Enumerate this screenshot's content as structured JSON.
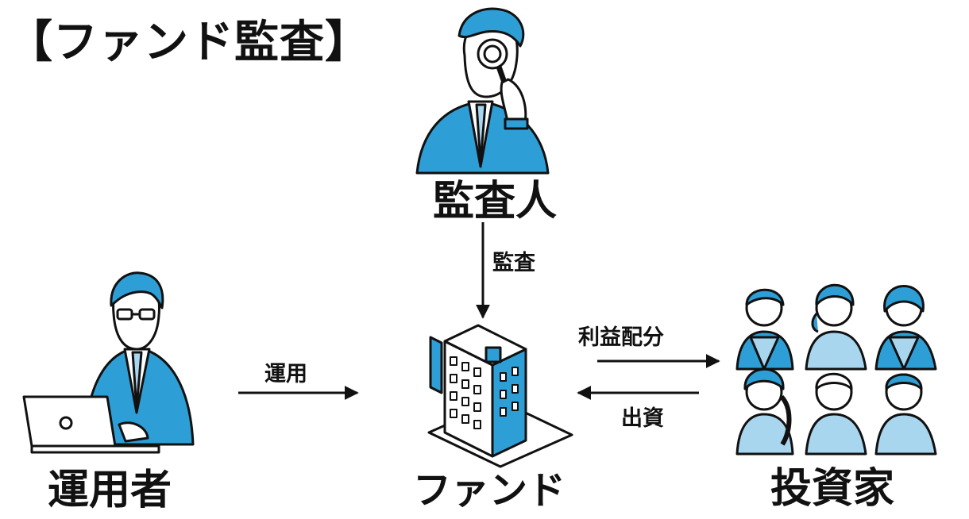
{
  "title": "【ファンド監査】",
  "nodes": {
    "auditor": "監査人",
    "operator": "運用者",
    "fund": "ファンド",
    "investors": "投資家"
  },
  "edges": {
    "audit": "監査",
    "operate": "運用",
    "distribution": "利益配分",
    "investment": "出資"
  },
  "colors": {
    "accent": "#2e9fd6",
    "light_accent": "#a9d6ef",
    "line": "#111111"
  }
}
